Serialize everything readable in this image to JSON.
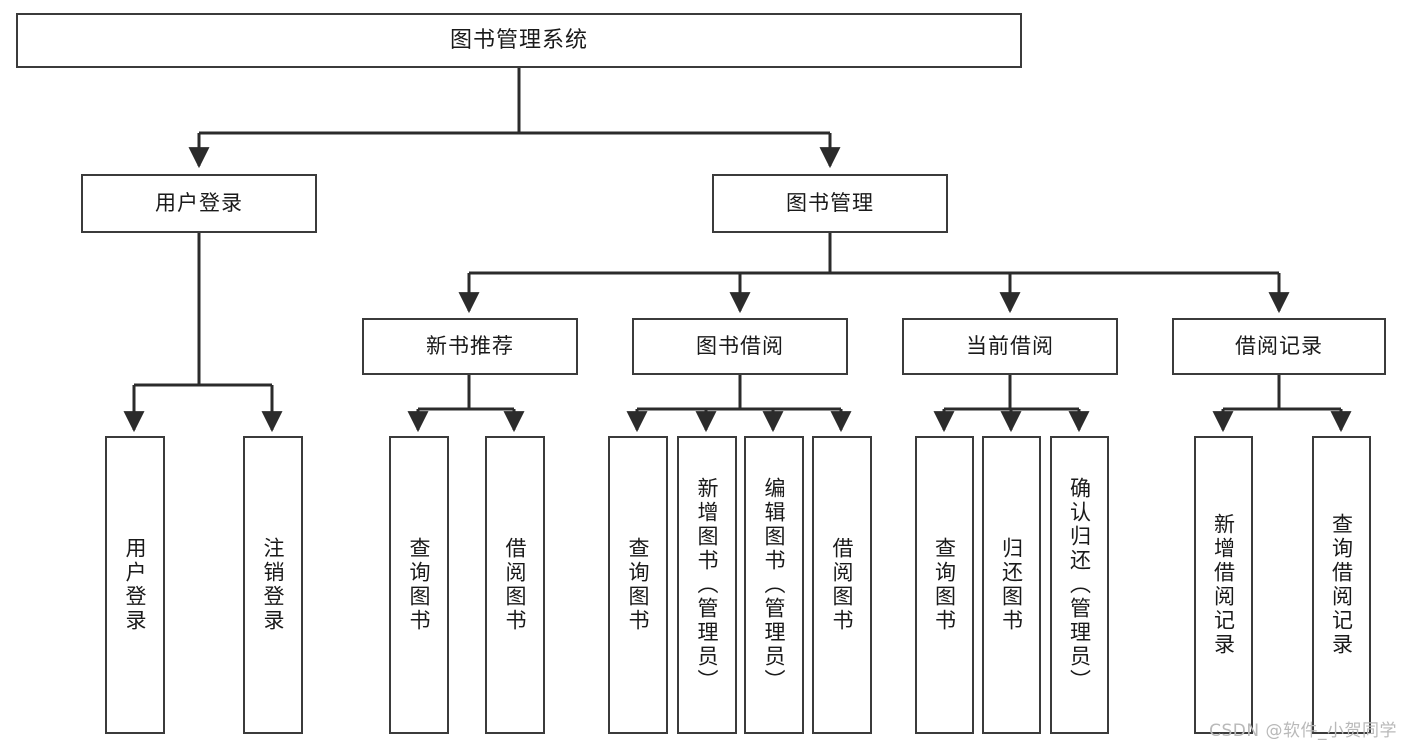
{
  "diagram": {
    "type": "tree",
    "title": "图书管理系统",
    "colors": {
      "background": "#ffffff",
      "node_border": "#3b3b3b",
      "node_fill": "#ffffff",
      "connector": "#2b2b2b",
      "text": "#1a1a1a",
      "watermark": "#b9b9b9"
    },
    "root": {
      "label": "图书管理系统"
    },
    "level2": [
      {
        "label": "用户登录"
      },
      {
        "label": "图书管理"
      }
    ],
    "level3": [
      {
        "label": "新书推荐"
      },
      {
        "label": "图书借阅"
      },
      {
        "label": "当前借阅"
      },
      {
        "label": "借阅记录"
      }
    ],
    "leaves": {
      "user_login": [
        {
          "label": "用户登录"
        },
        {
          "label": "注销登录"
        }
      ],
      "new_book_recommend": [
        {
          "label": "查询图书"
        },
        {
          "label": "借阅图书"
        }
      ],
      "book_borrow": [
        {
          "label": "查询图书"
        },
        {
          "label": "新增图书（管理员）"
        },
        {
          "label": "编辑图书（管理员）"
        },
        {
          "label": "借阅图书"
        }
      ],
      "current_borrow": [
        {
          "label": "查询图书"
        },
        {
          "label": "归还图书"
        },
        {
          "label": "确认归还（管理员）"
        }
      ],
      "borrow_record": [
        {
          "label": "新增借阅记录"
        },
        {
          "label": "查询借阅记录"
        }
      ]
    }
  },
  "watermark": {
    "text": "CSDN @软件_小贺同学"
  }
}
